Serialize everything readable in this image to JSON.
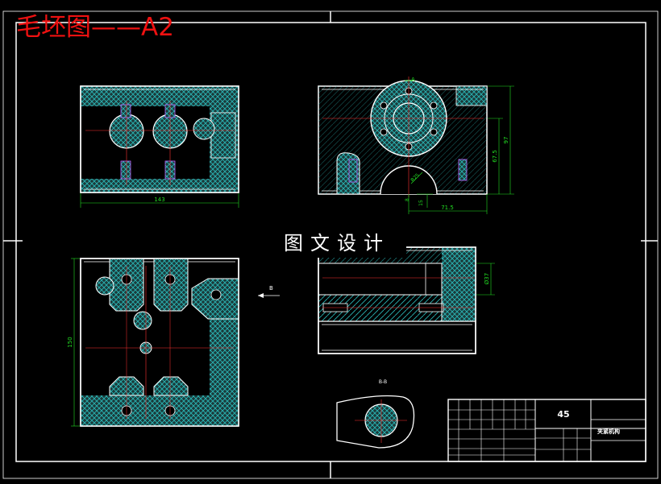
{
  "sheet": {
    "title": "毛坯图——A2",
    "watermark": "图文设计"
  },
  "dimensions": {
    "width_top_left": "143",
    "height_top_right_1": "97",
    "height_top_right_2": "67.5",
    "width_top_right": "71.5",
    "small_15": "15",
    "small_8": "8",
    "radius": "R25",
    "height_bottom_left": "150",
    "dia_right": "Ø37"
  },
  "annotations": {
    "view_a": "A",
    "arrow_b": "B",
    "section_label": "B-B"
  },
  "title_block": {
    "material": "45",
    "part_name": "夹紧机构"
  },
  "colors": {
    "background": "#000000",
    "outline": "#ffffff",
    "hatch": "#2ab5b5",
    "dimension": "#22dd22",
    "centerline": "#ff3333",
    "title": "#ee1111"
  }
}
